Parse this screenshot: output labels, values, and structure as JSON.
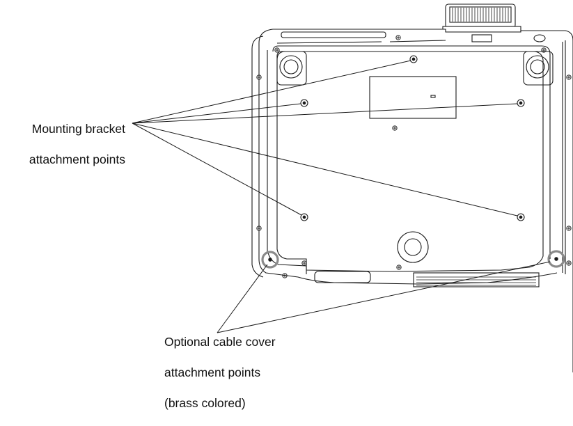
{
  "callouts": {
    "mounting": {
      "lines": [
        "Mounting bracket",
        "attachment points"
      ]
    },
    "cable_cover": {
      "lines": [
        "Optional cable cover",
        "attachment points",
        "(brass colored)"
      ]
    }
  },
  "colors": {
    "outline": "#1a1a1a",
    "highlight_ring": "#8a8a8a",
    "background": "#ffffff"
  }
}
